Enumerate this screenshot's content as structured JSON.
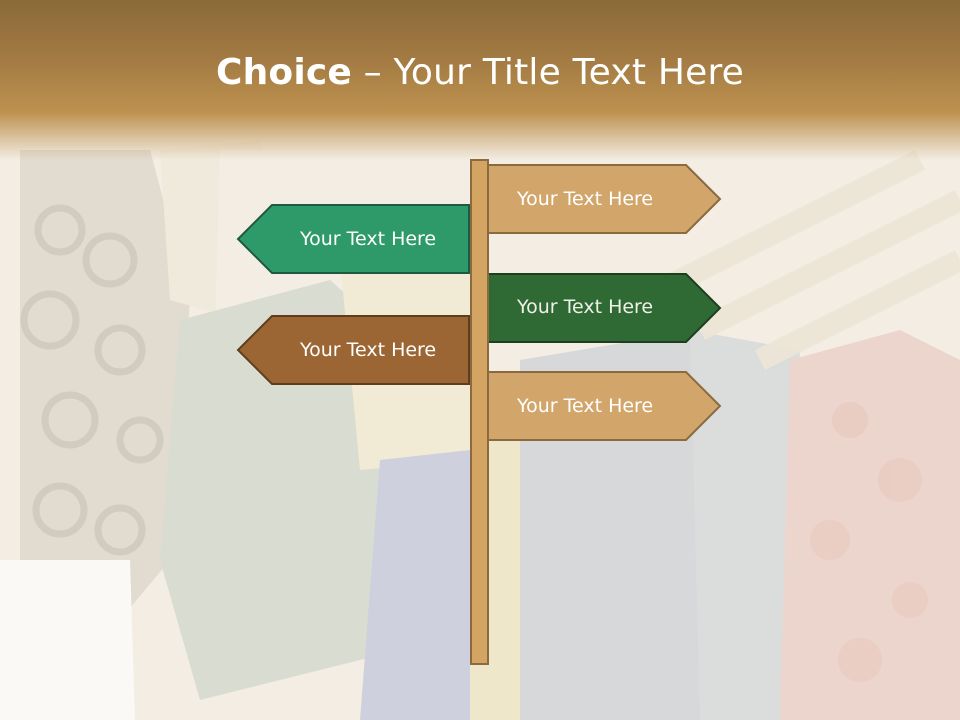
{
  "title": {
    "bold": "Choice",
    "rest": " – Your Title Text Here"
  },
  "signs": [
    {
      "label": "Your Text Here",
      "direction": "right",
      "color": "#d2a56a"
    },
    {
      "label": "Your Text Here",
      "direction": "left",
      "color": "#2e9a6a"
    },
    {
      "label": "Your Text Here",
      "direction": "right",
      "color": "#2f6a34"
    },
    {
      "label": "Your Text Here",
      "direction": "left",
      "color": "#9b6633"
    },
    {
      "label": "Your Text Here",
      "direction": "right",
      "color": "#d2a56a"
    }
  ],
  "colors": {
    "title_band": "#a17942",
    "post": "#d3a462",
    "sign_outline": "#8b6a3f"
  }
}
